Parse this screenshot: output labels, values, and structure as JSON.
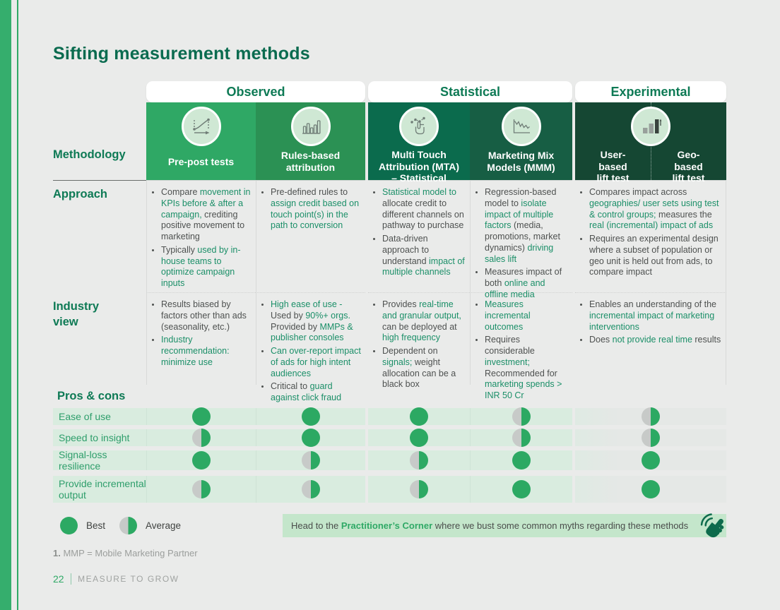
{
  "page": {
    "title": "Sifting measurement methods",
    "page_number": "22",
    "footer_text": "MEASURE TO GROW",
    "footnote_prefix": "1.",
    "footnote_text": " MMP = Mobile Marketing Partner"
  },
  "colors": {
    "accent_green": "#2fa966",
    "title_green": "#0a6b4f",
    "highlight_text_green": "#1b8f68",
    "col_prepost_bg": "#2fa865",
    "col_rules_bg": "#2b9154",
    "col_mta_bg": "#0b6b4d",
    "col_mmm_bg": "#175e44",
    "col_experimental_bg": "#154733",
    "band_green": "#d9ecdf",
    "band_gray": "#e5e8e6",
    "rating_green": "#2ca963",
    "rating_gray": "#c7cac8",
    "callout_bg": "#c4e6cb"
  },
  "icons": {
    "prepost": "line-chart-icon",
    "rules": "bar-chart-icon",
    "mta": "touch-attribution-icon",
    "mmm": "trend-line-icon",
    "experimental": "lift-bars-icon",
    "callout": "click-hand-icon"
  },
  "row_labels": {
    "methodology": "Methodology",
    "approach": "Approach",
    "industry_view": "Industry\nview",
    "pros_cons": "Pros & cons"
  },
  "groups": [
    {
      "label": "Observed"
    },
    {
      "label": "Statistical"
    },
    {
      "label": "Experimental"
    }
  ],
  "columns": {
    "prepost": {
      "label": "Pre-post tests"
    },
    "rules": {
      "label": "Rules-based\nattribution"
    },
    "mta": {
      "label": "Multi Touch\nAttribution (MTA)\n– Statistical"
    },
    "mmm": {
      "label": "Marketing Mix\nModels (MMM)"
    },
    "user": {
      "label": "User-\nbased\nlift test"
    },
    "geo": {
      "label": "Geo-\nbased\nlift test"
    }
  },
  "approach": {
    "prepost": [
      [
        {
          "t": "Compare ",
          "g": false
        },
        {
          "t": "movement in KPIs before & after a campaign,",
          "g": true
        },
        {
          "t": " crediting positive movement to marketing",
          "g": false
        }
      ],
      [
        {
          "t": "Typically ",
          "g": false
        },
        {
          "t": "used by in-house teams to optimize campaign inputs",
          "g": true
        }
      ]
    ],
    "rules": [
      [
        {
          "t": "Pre-defined rules to ",
          "g": false
        },
        {
          "t": "assign credit based on touch point(s) in the path to conversion",
          "g": true
        }
      ]
    ],
    "mta": [
      [
        {
          "t": "Statistical model to",
          "g": true
        },
        {
          "t": " allocate credit to different channels on pathway to purchase",
          "g": false
        }
      ],
      [
        {
          "t": "Data-driven approach to understand ",
          "g": false
        },
        {
          "t": "impact of multiple channels",
          "g": true
        }
      ]
    ],
    "mmm": [
      [
        {
          "t": "Regression-based model to ",
          "g": false
        },
        {
          "t": "isolate impact of multiple factors",
          "g": true
        },
        {
          "t": " (media, promotions, market dynamics) ",
          "g": false
        },
        {
          "t": "driving sales lift",
          "g": true
        }
      ],
      [
        {
          "t": "Measures impact of both ",
          "g": false
        },
        {
          "t": "online and offline media",
          "g": true
        }
      ]
    ],
    "experimental": [
      [
        {
          "t": "Compares impact across ",
          "g": false
        },
        {
          "t": "geographies/ user sets using test & control groups;",
          "g": true
        },
        {
          "t": " measures the ",
          "g": false
        },
        {
          "t": "real (incremental) impact of ads",
          "g": true
        }
      ],
      [
        {
          "t": "Requires an experimental design where a subset of population or geo unit is held out from ads, to compare impact",
          "g": false
        }
      ]
    ]
  },
  "industry_view": {
    "prepost": [
      [
        {
          "t": "Results biased by factors other than ads (seasonality, etc.)",
          "g": false
        }
      ],
      [
        {
          "t": "Industry recommendation: minimize use",
          "g": true
        }
      ]
    ],
    "rules": [
      [
        {
          "t": "High ease of use -",
          "g": true
        },
        {
          "t": " Used by ",
          "g": false
        },
        {
          "t": "90%+ orgs.",
          "g": true
        },
        {
          "t": " Provided by ",
          "g": false
        },
        {
          "t": "MMPs & publisher consoles",
          "g": true
        }
      ],
      [
        {
          "t": "Can over-report impact of ads for high intent audiences",
          "g": true
        }
      ],
      [
        {
          "t": "Critical to ",
          "g": false
        },
        {
          "t": "guard against click fraud",
          "g": true
        }
      ]
    ],
    "mta": [
      [
        {
          "t": "Provides ",
          "g": false
        },
        {
          "t": "real-time and granular output,",
          "g": true
        },
        {
          "t": " can be deployed at ",
          "g": false
        },
        {
          "t": "high frequency",
          "g": true
        }
      ],
      [
        {
          "t": "Dependent on ",
          "g": false
        },
        {
          "t": "signals;",
          "g": true
        },
        {
          "t": " weight allocation can be a black box",
          "g": false
        }
      ]
    ],
    "mmm": [
      [
        {
          "t": "Measures incremental outcomes",
          "g": true
        }
      ],
      [
        {
          "t": "Requires considerable ",
          "g": false
        },
        {
          "t": "investment;",
          "g": true
        },
        {
          "t": " Recommended for ",
          "g": false
        },
        {
          "t": "marketing spends > INR 50 Cr",
          "g": true
        }
      ]
    ],
    "experimental": [
      [
        {
          "t": "Enables an understanding of the ",
          "g": false
        },
        {
          "t": "incremental impact of marketing interventions",
          "g": true
        }
      ],
      [
        {
          "t": "Does ",
          "g": false
        },
        {
          "t": "not provide real time",
          "g": true
        },
        {
          "t": " results",
          "g": false
        }
      ]
    ]
  },
  "pros_cons": {
    "rows": [
      {
        "label": "Ease of use",
        "ratings": [
          "best",
          "best",
          "best",
          "average",
          "average"
        ]
      },
      {
        "label": "Speed to insight",
        "ratings": [
          "average",
          "best",
          "best",
          "average",
          "average"
        ]
      },
      {
        "label": "Signal-loss resilience",
        "ratings": [
          "best",
          "average",
          "average",
          "best",
          "best"
        ]
      },
      {
        "label": "Provide incremental output",
        "ratings": [
          "average",
          "average",
          "average",
          "best",
          "best"
        ]
      }
    ]
  },
  "legend": {
    "best_label": "Best",
    "average_label": "Average"
  },
  "callout": {
    "pre": "Head to the ",
    "link": "Practitioner’s Corner",
    "post": " where we bust some common myths regarding these methods"
  }
}
